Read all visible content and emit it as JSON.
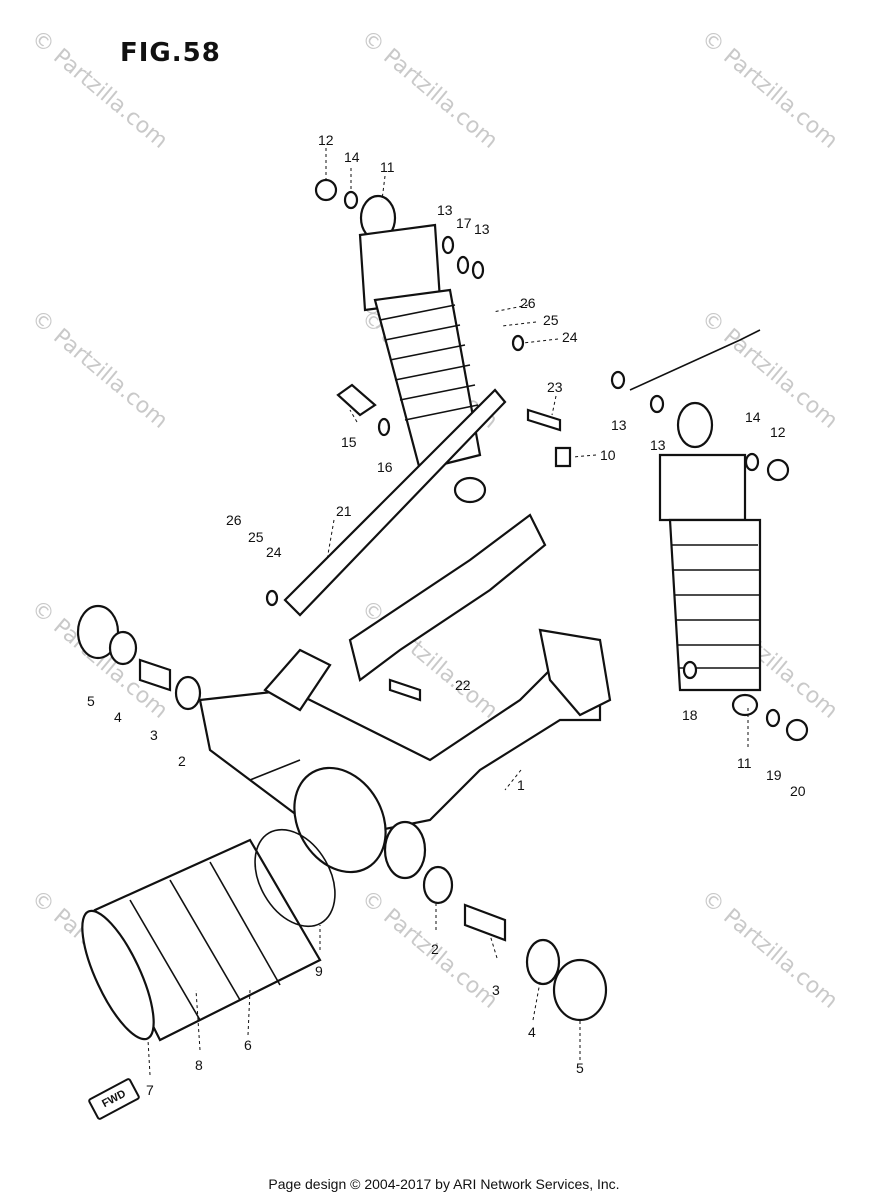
{
  "figure": {
    "title": "FIG.58"
  },
  "footer": {
    "text": "Page design © 2004-2017 by ARI Network Services, Inc."
  },
  "direction_marker": {
    "text": "FWD"
  },
  "watermarks": [
    {
      "text": "© Partzilla.com"
    },
    {
      "text": "© Partzilla.com"
    },
    {
      "text": "© Partzilla.com"
    },
    {
      "text": "© Partzilla.com"
    },
    {
      "text": "© Partzilla.com"
    },
    {
      "text": "© Partzilla.com"
    },
    {
      "text": "© Partzilla.com"
    },
    {
      "text": "© Partzilla.com"
    },
    {
      "text": "© Partzilla.com"
    },
    {
      "text": "© Partzilla.com"
    },
    {
      "text": "© Partzilla.com"
    },
    {
      "text": "© Partzilla.com"
    },
    {
      "text": "© Partzilla.com"
    }
  ],
  "callouts": [
    {
      "id": "12a",
      "text": "12"
    },
    {
      "id": "14a",
      "text": "14"
    },
    {
      "id": "11a",
      "text": "11"
    },
    {
      "id": "13a",
      "text": "13"
    },
    {
      "id": "17",
      "text": "17"
    },
    {
      "id": "13b",
      "text": "13"
    },
    {
      "id": "26a",
      "text": "26"
    },
    {
      "id": "25a",
      "text": "25"
    },
    {
      "id": "24a",
      "text": "24"
    },
    {
      "id": "15",
      "text": "15"
    },
    {
      "id": "16",
      "text": "16"
    },
    {
      "id": "23",
      "text": "23"
    },
    {
      "id": "10",
      "text": "10"
    },
    {
      "id": "13c",
      "text": "13"
    },
    {
      "id": "13d",
      "text": "13"
    },
    {
      "id": "14b",
      "text": "14"
    },
    {
      "id": "12b",
      "text": "12"
    },
    {
      "id": "21",
      "text": "21"
    },
    {
      "id": "26b",
      "text": "26"
    },
    {
      "id": "25b",
      "text": "25"
    },
    {
      "id": "24b",
      "text": "24"
    },
    {
      "id": "5a",
      "text": "5"
    },
    {
      "id": "4a",
      "text": "4"
    },
    {
      "id": "3a",
      "text": "3"
    },
    {
      "id": "2a",
      "text": "2"
    },
    {
      "id": "22",
      "text": "22"
    },
    {
      "id": "18",
      "text": "18"
    },
    {
      "id": "11b",
      "text": "11"
    },
    {
      "id": "19",
      "text": "19"
    },
    {
      "id": "20",
      "text": "20"
    },
    {
      "id": "1",
      "text": "1"
    },
    {
      "id": "9",
      "text": "9"
    },
    {
      "id": "2b",
      "text": "2"
    },
    {
      "id": "3b",
      "text": "3"
    },
    {
      "id": "4b",
      "text": "4"
    },
    {
      "id": "5b",
      "text": "5"
    },
    {
      "id": "6",
      "text": "6"
    },
    {
      "id": "8",
      "text": "8"
    },
    {
      "id": "7",
      "text": "7"
    }
  ]
}
